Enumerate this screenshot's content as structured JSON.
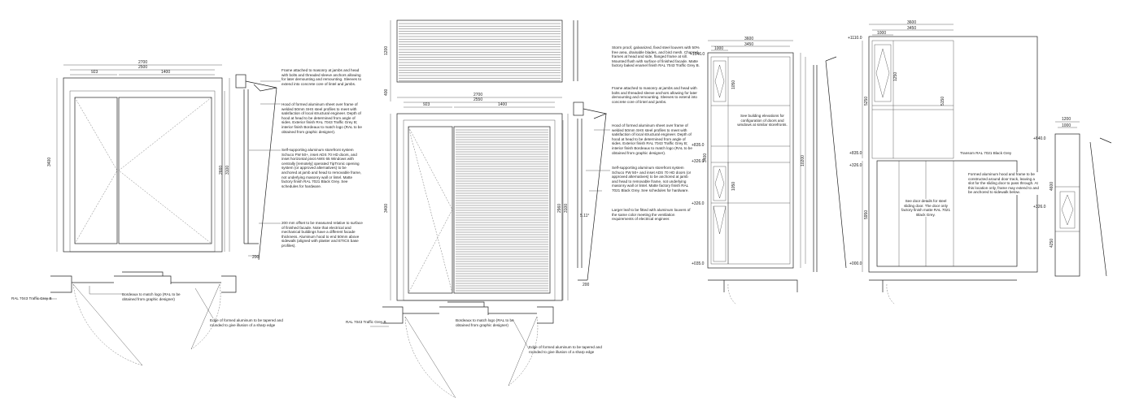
{
  "drawing1": {
    "dims": {
      "overall": "2700",
      "inner": "2500",
      "left_leaf": "923",
      "right_leaf": "1400",
      "height": "3400",
      "door_h": "2660",
      "frame_h": "3100",
      "offset": "200"
    },
    "notes": [
      "Frame attached to masonry at jambs and head with bolts and threaded sleeve anchors allowing for later demounting and remounting. Sleeves to extend into concrete core of lintel and jambs.",
      "Hood of formed aluminum sheet over frame of welded 50mm SHS steel profiles to meet with satisfaction of local structural engineer. Depth of hood at head to be determined from angle of sides. Exterior finish RAL 7043 Traffic Grey B; interior finish Bordeaux to match logo (RAL to be obtained from graphic designer).",
      "Self-supporting aluminum storefront system Schuco FW 50+, inset ADS 70 HD doors, and inset horizontal pivot AWS 65 Windows with centrally [remotely] operated TipTronic opening system (or approved alternatives) to be anchored at jamb and head to removable frame, not underlying masonry wall or lintel. Matte factory finish RAL 7021 Black Grey. See schedules for hardware.",
      "200 mm offset to be measured relative to surface of finished facade. Note that electrical and mechanical buildings have a different facade thickness. Aluminum hood to end 50mm above sidewalk (aligned with plaster and ETICS base profiles)."
    ],
    "plan_notes": [
      "RAL 7043 Traffic Grey B",
      "Bordeaux to match logo (RAL to be obtained from graphic designer)",
      "Edge of formed aluminum to be tapered and rounded to give illusion of a sharp edge"
    ]
  },
  "drawing2": {
    "dims": {
      "louver_h": "1200",
      "gap": "400",
      "overall": "2700",
      "inner": "2550",
      "left_leaf": "923",
      "right_leaf": "1400",
      "height": "3400",
      "door_h": "2960",
      "frame_h": "3100",
      "angle": "5.11°",
      "offset": "200"
    },
    "notes": [
      "Storm proof, galvanized, fixed steel louvers with 50% free area, drainable blades, and bird mesh. Channel frames at head and side, flanged frame at sill. Mounted flush with surface of finished facade. Matte factory baked enamel finish RAL 7043 Traffic Grey B.",
      "Frame attached to masonry at jambs and head with bolts and threaded sleeve anchors allowing for later demounting and remounting. Sleeves to extend into concrete core of lintel and jambs.",
      "Hood of formed aluminum sheet over frame of welded 50mm SHS steel profiles to meet with satisfaction of local structural engineer. Depth of hood at head to be determined from angle of sides. Exterior finish RAL 7043 Traffic Grey B; interior finish Bordeaux to match logo (RAL to be obtained from graphic designer).",
      "Self-supporting aluminum storefront system Schuco FW 50+ and inset ADS 70 HD doors (or approved alternatives) to be anchored at jamb and head to removable frame, not underlying masonry wall or lintel. Matte factory finish RAL 7021 Black Grey. See schedules for hardware.",
      "Larger leaf to be fitted with aluminum louvers of the same color meeting the ventilation requirements of electrical engineer."
    ],
    "plan_notes": [
      "RAL 7043 Traffic Grey B",
      "Bordeaux to match logo (RAL to be obtained from graphic designer)",
      "Edge of formed aluminum to be tapered and rounded to give illusion of a sharp edge"
    ]
  },
  "drawing3": {
    "dims": {
      "overall": "3600",
      "inner": "3450",
      "left": "1000",
      "upper_win": "1050",
      "lower_win": "1050",
      "mid": "3400",
      "total_h": "10200"
    },
    "levels": [
      "+1046.0",
      "+835.0",
      "+326.0",
      "+326.0",
      "+035.0"
    ],
    "note": "See building elevations for configuration of doors and windows at similar storefronts."
  },
  "drawing4": {
    "dims": {
      "overall": "3600",
      "inner": "3450",
      "left": "1000",
      "win": "1250",
      "upper_h": "5250",
      "frame_h": "5150",
      "lower_h": "5950",
      "small_w": "1200",
      "small_inner": "1000",
      "small_h1": "4600",
      "small_h2": "4250"
    },
    "levels": [
      "+1110.0",
      "+835.0",
      "+326.0",
      "+000.0",
      "+640.0",
      "+326.0"
    ],
    "transom": "Transom RAL 7021 Black Grey",
    "door_note": "See door details for steel sliding door. The door only factory finish matte RAL 7021 Black Grey.",
    "hood_note": "Formed aluminum hood and frame to be constructed around door track, leaving a slot for the sliding door to pass through. At this location only, frame may extend to and be anchored to sidewalk below."
  }
}
